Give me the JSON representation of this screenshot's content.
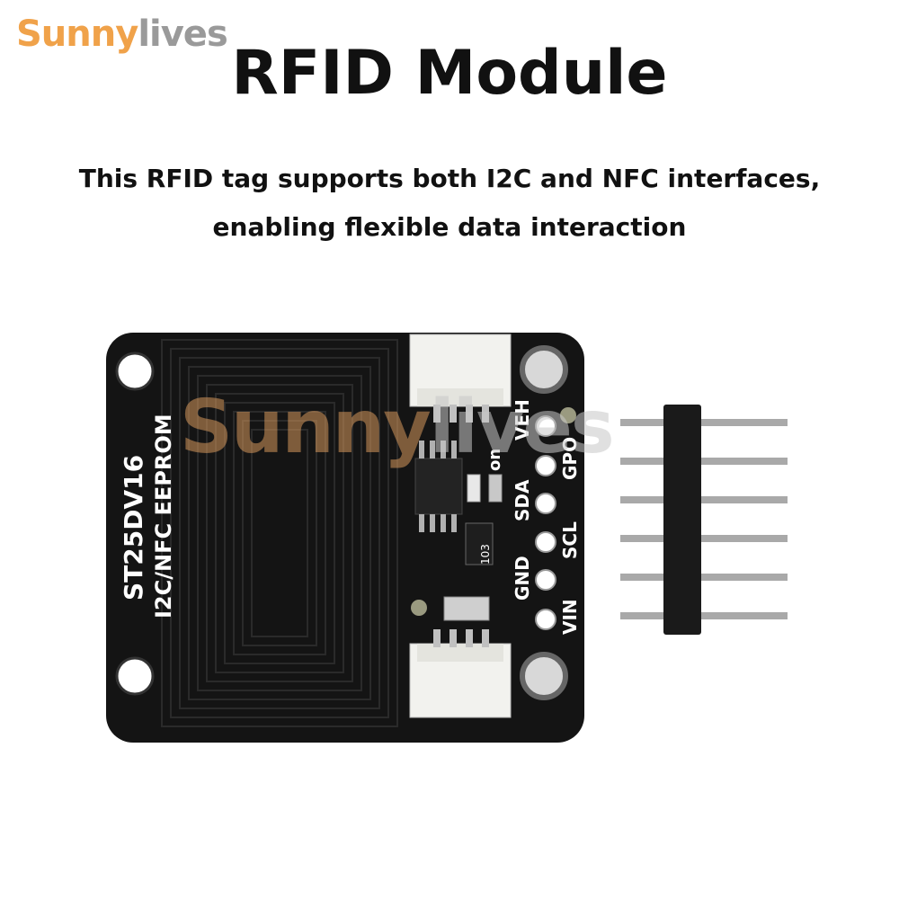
{
  "brand": {
    "part1": "Sunny",
    "part2": "lives"
  },
  "title": "RFID Module",
  "subtitle": {
    "line1": "This RFID tag supports both I2C and NFC interfaces,",
    "line2": "enabling flexible data interaction"
  },
  "board": {
    "chip_name": "ST25DV16",
    "chip_desc": "I2C/NFC EEPROM",
    "on_label": "on",
    "resistor_code": "103",
    "pins": [
      "VEH",
      "GPO",
      "SDA",
      "SCL",
      "GND",
      "VIN"
    ]
  },
  "colors": {
    "brand_orange": "#f0a24a",
    "brand_gray": "#9a9a9a",
    "pcb": "#141414"
  }
}
